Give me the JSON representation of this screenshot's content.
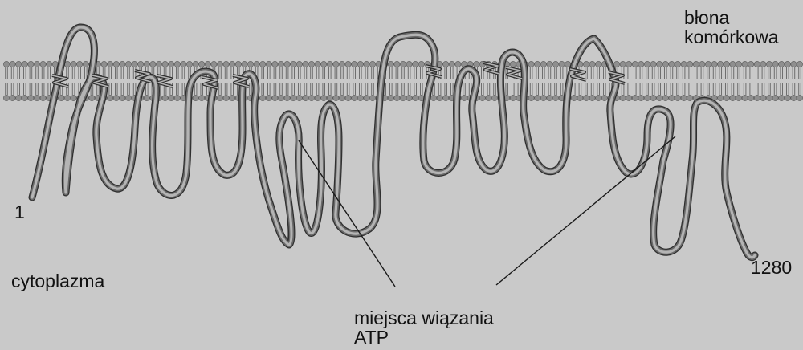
{
  "labels": {
    "membrane_line1": "błona",
    "membrane_line2": "komórkowa",
    "n_terminus": "1",
    "c_terminus": "1280",
    "cytoplasm": "cytoplazma",
    "atp_line1": "miejsca  wiązania",
    "atp_line2": "ATP"
  },
  "colors": {
    "background": "#c9c9c9",
    "lipid_head": "#8f8f8f",
    "lipid_tail": "#6e6e6e",
    "protein_outer": "#2f2f2f",
    "protein_inner": "#b4b4b4",
    "pointer_line": "#1a1a1a"
  }
}
